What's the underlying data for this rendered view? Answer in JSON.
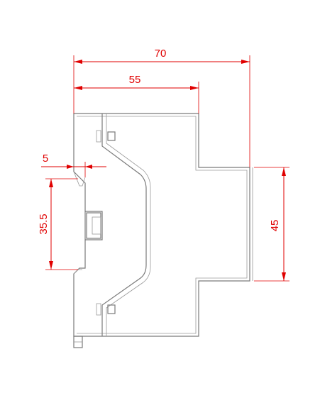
{
  "colors": {
    "dimension": "#e00000",
    "outline": "#7a7a7a",
    "background": "#ffffff"
  },
  "dimensions": {
    "overall_width": "70",
    "body_width": "55",
    "rail_offset": "5",
    "rail_height": "35.5",
    "front_height": "45"
  }
}
